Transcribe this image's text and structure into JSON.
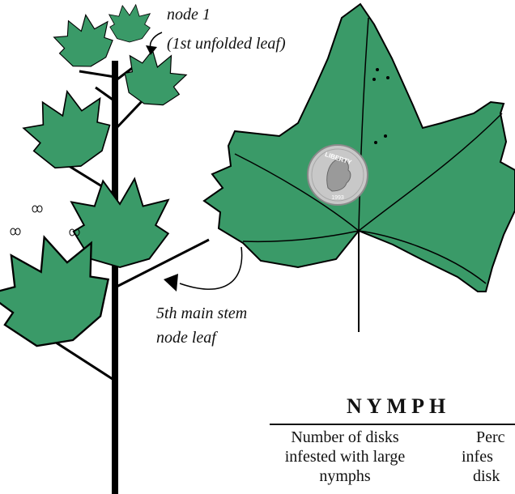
{
  "labels": {
    "node1_line1": "node 1",
    "node1_line2": "(1st unfolded leaf)",
    "node5_line1": "5th main stem",
    "node5_line2": "node leaf"
  },
  "table": {
    "heading": "NYMPH",
    "col1": [
      "Number of disks",
      "infested with large",
      "nymphs"
    ],
    "col2": [
      "Perc",
      "infes",
      "disk"
    ]
  },
  "coin": {
    "text": "LIBERTY",
    "year": "1993"
  },
  "colors": {
    "leaf": "#3a9a68",
    "stroke": "#000000",
    "coin": "#c8c8c8"
  }
}
